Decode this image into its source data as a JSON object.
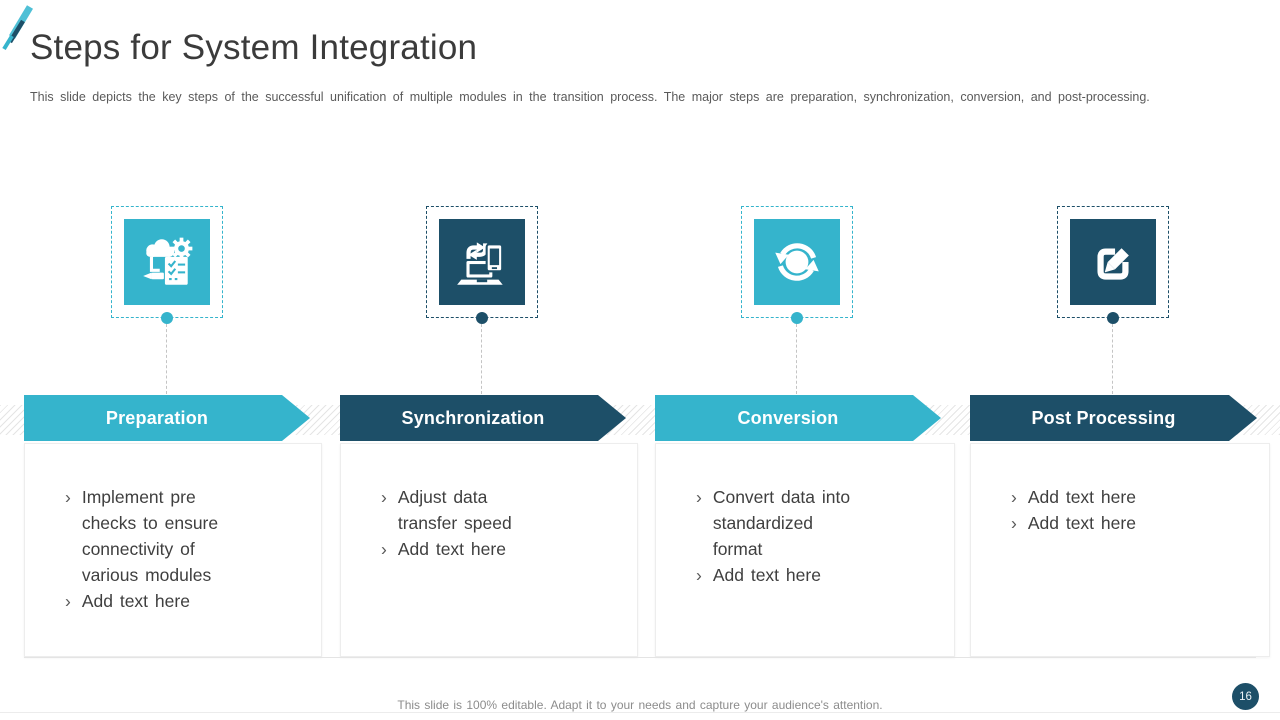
{
  "slide": {
    "title": "Steps for System Integration",
    "subtitle": "This  slide  depicts  the  key  steps  of  the  successful  unification  of  multiple  modules  in  the  transition  process.  The  major  steps  are  preparation,  synchronization,  conversion,  and  post-processing.",
    "footer_note": "This slide is 100% editable. Adapt it to your needs and capture your audience's attention.",
    "page_number": "16"
  },
  "colors": {
    "teal": "#35b4cc",
    "navy": "#1d4f68",
    "title_text": "#3b3b3b",
    "body_text": "#3f3f3f",
    "muted_text": "#8c8c8c"
  },
  "steps": [
    {
      "label": "Preparation",
      "theme": "teal",
      "icon": "cloud-gear-checklist-icon",
      "bullets": [
        "Implement pre checks to ensure connectivity of various modules",
        "Add text here"
      ]
    },
    {
      "label": "Synchronization",
      "theme": "navy",
      "icon": "device-sync-icon",
      "bullets": [
        "Adjust data transfer speed",
        "Add text here"
      ]
    },
    {
      "label": "Conversion",
      "theme": "teal",
      "icon": "refresh-cycle-icon",
      "bullets": [
        "Convert data into standardized format",
        "Add text here"
      ]
    },
    {
      "label": "Post Processing",
      "theme": "navy",
      "icon": "edit-compose-icon",
      "bullets": [
        "Add text here",
        "Add text here"
      ]
    }
  ]
}
